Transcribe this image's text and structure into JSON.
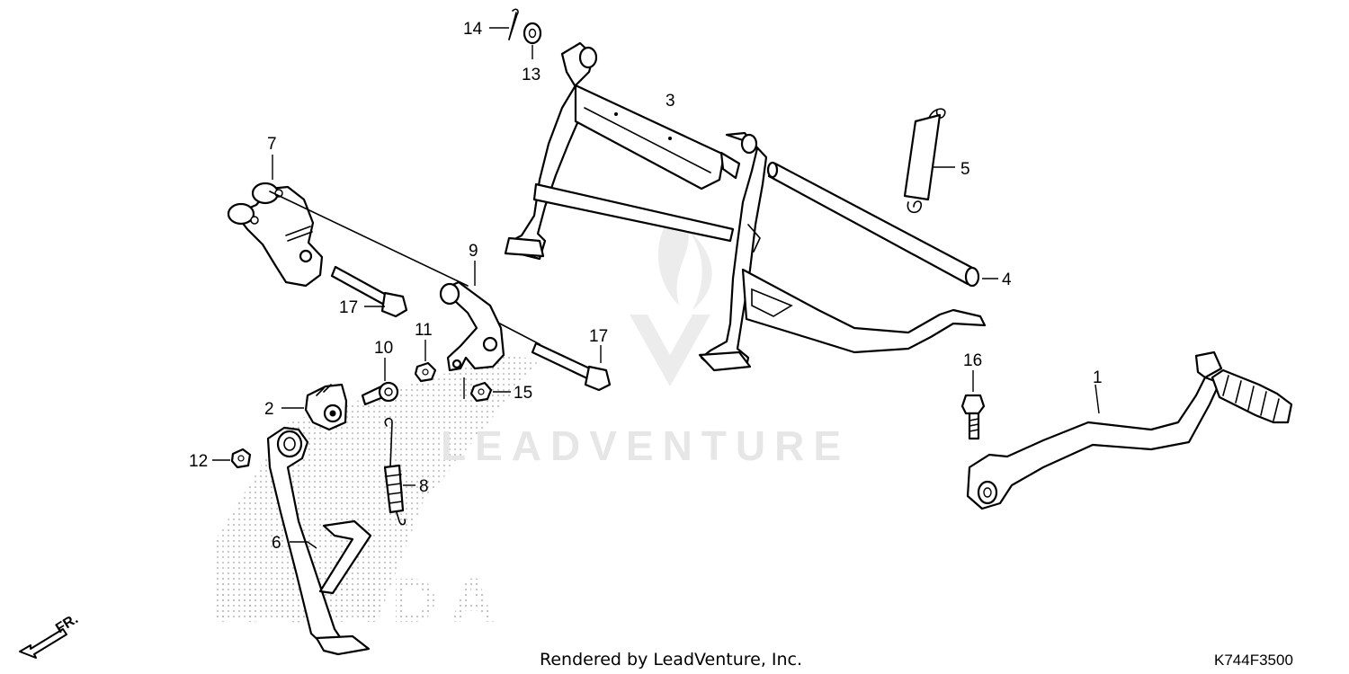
{
  "diagram": {
    "part_labels": {
      "p1": "1",
      "p2": "2",
      "p3": "3",
      "p4": "4",
      "p5": "5",
      "p6": "6",
      "p7": "7",
      "p8": "8",
      "p9": "9",
      "p10": "10",
      "p11": "11",
      "p12": "12",
      "p13": "13",
      "p14": "14",
      "p15": "15",
      "p16": "16",
      "p17a": "17",
      "p17b": "17"
    },
    "direction_label": "FR.",
    "footer_credit": "Rendered by LeadVenture, Inc.",
    "diagram_code": "K744F3500"
  },
  "watermarks": {
    "brand_text": "LEADVENTURE",
    "logo_text": "HONDA"
  },
  "colors": {
    "line": "#000000",
    "background": "#ffffff",
    "watermark": "#e6e6e6",
    "stipple": "#bdbdbd"
  }
}
